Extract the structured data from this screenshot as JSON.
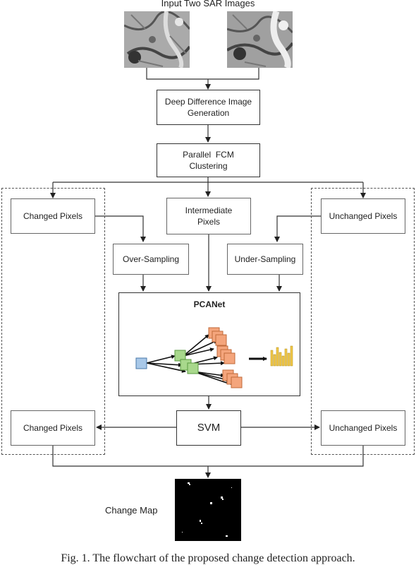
{
  "title": "Input Two SAR Images",
  "nodes": {
    "deep_diff": "Deep Difference Image Generation",
    "fcm": "Parallel  FCM Clustering",
    "changed_top": "Changed Pixels",
    "intermediate": "Intermediate Pixels",
    "unchanged_top": "Unchanged Pixels",
    "oversampling": "Over-Sampling",
    "undersampling": "Under-Sampling",
    "pcanet": "PCANet",
    "svm": "SVM",
    "changed_bottom": "Changed Pixels",
    "unchanged_bottom": "Unchanged Pixels",
    "change_map": "Change Map"
  },
  "caption": "Fig. 1. The flowchart of the proposed change detection approach.",
  "colors": {
    "input_square": "#a8c8e8",
    "green_square": "#a8d88c",
    "orange_square": "#f4a57c",
    "bar_color": "#f2c94c"
  }
}
